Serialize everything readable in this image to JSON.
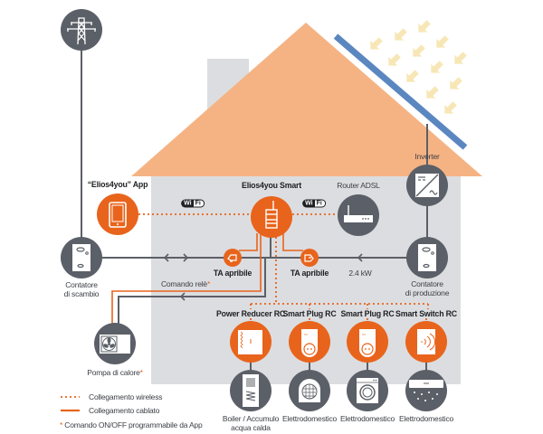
{
  "colors": {
    "orange": "#e8641c",
    "dark_gray": "#5b5f67",
    "house_gray": "#dcdde0",
    "roof": "#f5b384",
    "solar_panel": "#5b87c0",
    "sun": "#f7e7b6"
  },
  "nodes": {
    "grid": {
      "icon": "power-pylon-icon"
    },
    "app": {
      "label": "“Elios4you” App",
      "icon": "smartphone-icon"
    },
    "elios_smart": {
      "label": "Elios4you Smart",
      "icon": "elios-device-icon"
    },
    "router": {
      "label": "Router ADSL",
      "icon": "router-icon"
    },
    "inverter": {
      "label": "Inverter",
      "icon": "inverter-icon"
    },
    "meter_exchange": {
      "label_line1": "Contatore",
      "label_line2": "di scambio",
      "icon": "meter-icon"
    },
    "meter_production": {
      "label_line1": "Contatore",
      "label_line2": "di produzione",
      "icon": "meter-icon"
    },
    "heat_pump": {
      "label": "Pompa di calore",
      "asterisk": "*",
      "icon": "fan-icon"
    },
    "ta_left": {
      "label": "TA apribile",
      "icon": "current-transformer-icon"
    },
    "ta_right": {
      "label": "TA apribile",
      "icon": "current-transformer-icon"
    }
  },
  "wifi_badges": [
    {
      "wi": "Wi",
      "fi": "Fi"
    },
    {
      "wi": "Wi",
      "fi": "Fi"
    }
  ],
  "annotations": {
    "relay_command": "Comando relè",
    "relay_asterisk": "*",
    "power_flow": "2.4 kW"
  },
  "devices": [
    {
      "label": "Power Reducer RC",
      "appliance_line1": "Boiler / Accumulo",
      "appliance_line2": "acqua calda",
      "icon": "power-reducer-icon",
      "appliance_icon": "boiler-icon"
    },
    {
      "label": "Smart Plug RC",
      "appliance_line1": "Elettrodomestico",
      "appliance_line2": "",
      "icon": "smart-plug-icon",
      "appliance_icon": "fan-heater-icon"
    },
    {
      "label": "Smart Plug RC",
      "appliance_line1": "Elettrodomestico",
      "appliance_line2": "",
      "icon": "smart-plug-icon",
      "appliance_icon": "washing-machine-icon"
    },
    {
      "label": "Smart Switch RC",
      "appliance_line1": "Elettrodomestico",
      "appliance_line2": "",
      "icon": "smart-switch-icon",
      "appliance_icon": "air-conditioner-icon"
    }
  ],
  "legend": {
    "wireless": "Collegamento wireless",
    "wired": "Collegamento cablato",
    "footnote_star": "*",
    "footnote": "Comando ON/OFF programmabile da App"
  }
}
